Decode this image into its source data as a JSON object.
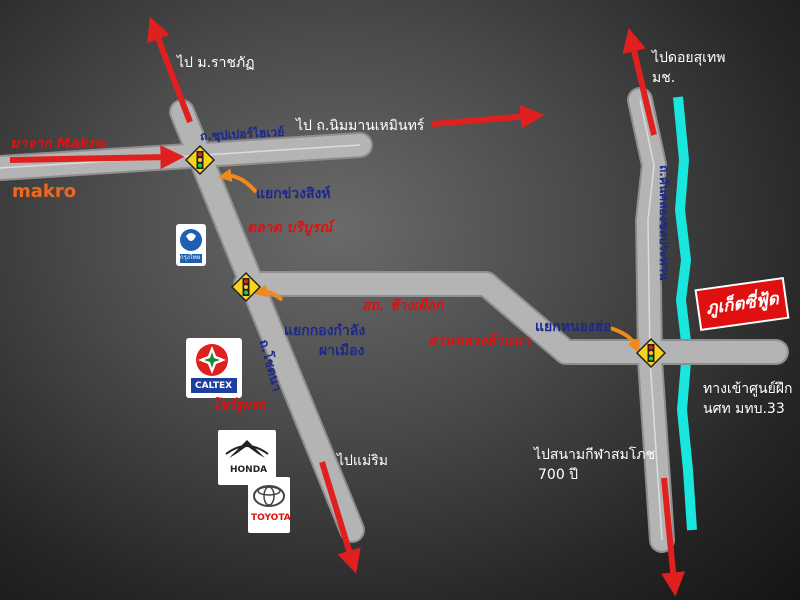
{
  "map": {
    "colors": {
      "road": "#b4b4b4",
      "arrow": "#e01f1f",
      "river": "#19e6dc",
      "traffic_sign": "#f7d31a",
      "blue_label": "#1b2a8a",
      "red_label": "#e01010"
    },
    "destinations": {
      "top_left": "ไป ม.ราชภัฏ",
      "top_middle": "ไป ถ.นิมมานเหมินทร์",
      "top_right_line1": "ไปดอยสุเทพ",
      "top_right_line2": "มช.",
      "bottom_middle": "ไปแม่ริม",
      "bottom_right_line1": "ไปสนามกีฬาสมโภช",
      "bottom_right_line2": "700 ปี",
      "right_line1": "ทางเข้าศูนย์ฝึก",
      "right_line2": "นศท มทบ.33"
    },
    "roads": {
      "superhighway": "ถ.ซุปเปอร์ไฮเวย์",
      "chotana": "ถ.โชตนา",
      "khlong_chonlaprathan": "ถ.คันคลองชลประทาน"
    },
    "intersections": {
      "chuang_sing": "แยกข่วงสิงห์",
      "kong_kamlang": "แยกกองกำลัง",
      "kong_kamlang_2": "ผาเมือง",
      "nong_ho": "แยกหนองฮ่อ"
    },
    "landmarks": {
      "from_makro": "มาจาก Makro",
      "makro_logo": "makro",
      "talad": "ตลาด บริบูรณ์",
      "chang_phueak": "สถ. ช้างเผือก",
      "suan_luang": "สวนหลวงล้านนา",
      "showroom": "โชว์รูมรถ",
      "destination_sign": "ภูเก็ตซี่ฟู้ด"
    },
    "logos": {
      "krungthai": "กรุงไทย",
      "caltex": "CALTEX",
      "honda": "HONDA",
      "toyota": "TOYOTA"
    },
    "icons": [
      "traffic-light-icon",
      "direction-arrow-icon",
      "krungthai-bank-logo",
      "caltex-logo",
      "honda-logo",
      "toyota-logo"
    ]
  }
}
